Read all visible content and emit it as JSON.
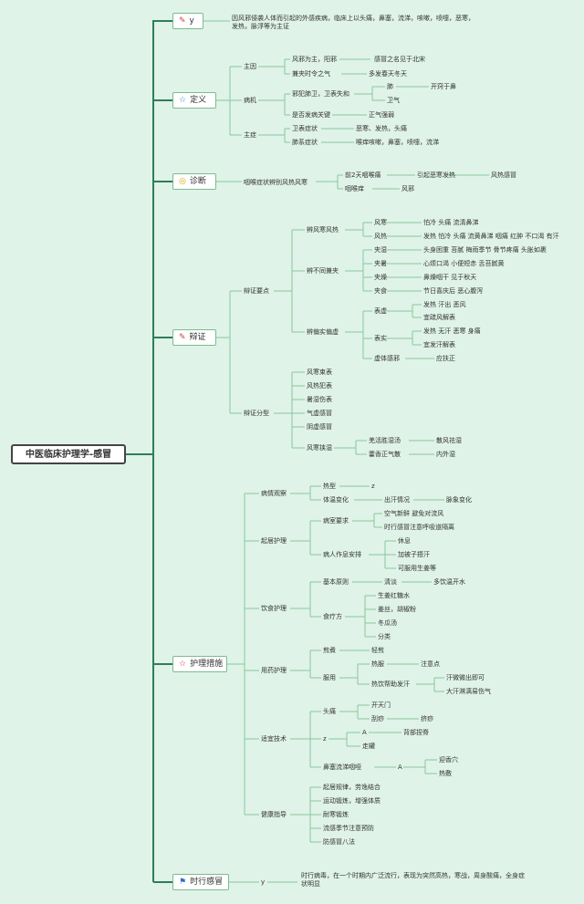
{
  "root": "中医临床护理学-感冒",
  "branches": {
    "y": {
      "title": "y",
      "icon": "pencil-icon",
      "desc": "因风邪侵袭人体而引起的外感疾病，临床上以头痛，鼻塞，流涕，咳嗽，喷嚏，恶寒，发热，脉浮等为主证"
    },
    "def": {
      "title": "定义",
      "icon": "star-icon",
      "cause": "主因",
      "c1": "风邪为主，阳邪",
      "c1a": "感冒之名见于北宋",
      "c2": "兼夹时令之气",
      "c2a": "多发春天冬天",
      "path": "病机",
      "p1": "邪犯肺卫，卫表失和",
      "p1a": "肺",
      "p1a1": "开窍于鼻",
      "p1b": "卫气",
      "p2": "是否发病关键",
      "p2a": "正气强弱",
      "sym": "主症",
      "s1": "卫表症状",
      "s1a": "恶寒、发热，头痛",
      "s2": "肺系症状",
      "s2a": "喉痒咳嗽，鼻塞，喷嚏，流涕"
    },
    "diag": {
      "title": "诊断",
      "icon": "medal-icon",
      "d1": "咽喉症状辨别风热风寒",
      "d1a": "前2天咽喉痛",
      "d1a1": "引起恶寒发热",
      "d1a2": "风热感冒",
      "d1b": "咽喉痒",
      "d1b1": "风邪"
    },
    "bz": {
      "title": "辩证",
      "icon": "pencil-icon",
      "key": "辩证要点",
      "k1": "辨风寒风热",
      "k1a": "风寒",
      "k1a1": "怕冷 头痛 流清鼻涕",
      "k1b": "风热",
      "k1b1": "发热 怕冷 头痛 流黄鼻涕 咽痛 红肿 不口渴 有汗",
      "k2": "辨不同兼夹",
      "k2a": "夹湿",
      "k2a1": "头身困重 苔腻 梅雨季节 骨节疼痛 头胀如裹",
      "k2b": "夹暑",
      "k2b1": "心烦口渴 小便短赤 舌苔腻黄",
      "k2c": "夹燥",
      "k2c1": "鼻燥咽干 见于秋天",
      "k2d": "夹食",
      "k2d1": "节日喜庆后 恶心腹泻",
      "k3": "辨偏实偏虚",
      "k3a": "表虚",
      "k3a1": "发热 汗出 恶风",
      "k3a2": "宜疏风解表",
      "k3b": "表实",
      "k3b1": "发热 无汗 恶寒 身痛",
      "k3b2": "宜发汗解表",
      "k3c": "虚体感邪",
      "k3c1": "应扶正",
      "type": "辩证分型",
      "t1": "风寒束表",
      "t2": "风热犯表",
      "t3": "暑湿伤表",
      "t4": "气虚感冒",
      "t5": "阴虚感冒",
      "t6": "风寒挟湿",
      "t6a": "羌活胜湿汤",
      "t6a1": "散风祛湿",
      "t6b": "藿香正气散",
      "t6b1": "内外湿"
    },
    "hl": {
      "title": "护理措施",
      "icon": "star-icon",
      "obs": "病情观察",
      "o1": "热型",
      "o1a": "z",
      "o2": "体温变化",
      "o2a": "出汗情况",
      "o2b": "脉象变化",
      "life": "起居护理",
      "l1": "病室要求",
      "l1a": "空气新鲜 避免对流风",
      "l1b": "时行感冒注意呼吸道隔离",
      "l2": "病人作息安排",
      "l2a": "休息",
      "l2b": "加被子捂汗",
      "l2c": "可服用生姜等",
      "diet": "饮食护理",
      "f1": "基本原则",
      "f1a": "清淡",
      "f1b": "多饮温开水",
      "f2": "食疗方",
      "f2a": "生姜红糖水",
      "f2b": "姜丝，胡椒粉",
      "f2c": "冬瓜汤",
      "f2d": "分类",
      "drug": "用药护理",
      "m1": "煎煮",
      "m1a": "轻煎",
      "m2": "服用",
      "m2a": "热服",
      "m2a1": "注意点",
      "m2b": "热饮帮助发汗",
      "m2b1": "汗微微出即可",
      "m2b2": "大汗淋漓易伤气",
      "tech": "适宜技术",
      "q1": "头痛",
      "q1a": "开天门",
      "q1b": "刮痧",
      "q1b1": "挤痧",
      "q2": "z",
      "q2a": "A",
      "q2a1": "背部捏脊",
      "q2b": "走罐",
      "q3": "鼻塞流涕咽哑",
      "q3a": "A",
      "q3a1": "迎香穴",
      "q3a2": "热敷",
      "edu": "健康指导",
      "e1": "起居规律，劳逸结合",
      "e2": "运动锻炼，增强体质",
      "e3": "耐寒锻炼",
      "e4": "流感季节注意预防",
      "e5": "防感冒八法"
    },
    "sx": {
      "title": "时行感冒",
      "icon": "flag-icon",
      "y": "y",
      "desc": "时行病毒，在一个时期内广泛流行，表现为突然高热，寒战，周身酸痛，全身症状明显"
    }
  },
  "colors": {
    "line": "#8ac79b",
    "mainline": "#2f7d5a",
    "boxborder": "#7dbb8e"
  }
}
